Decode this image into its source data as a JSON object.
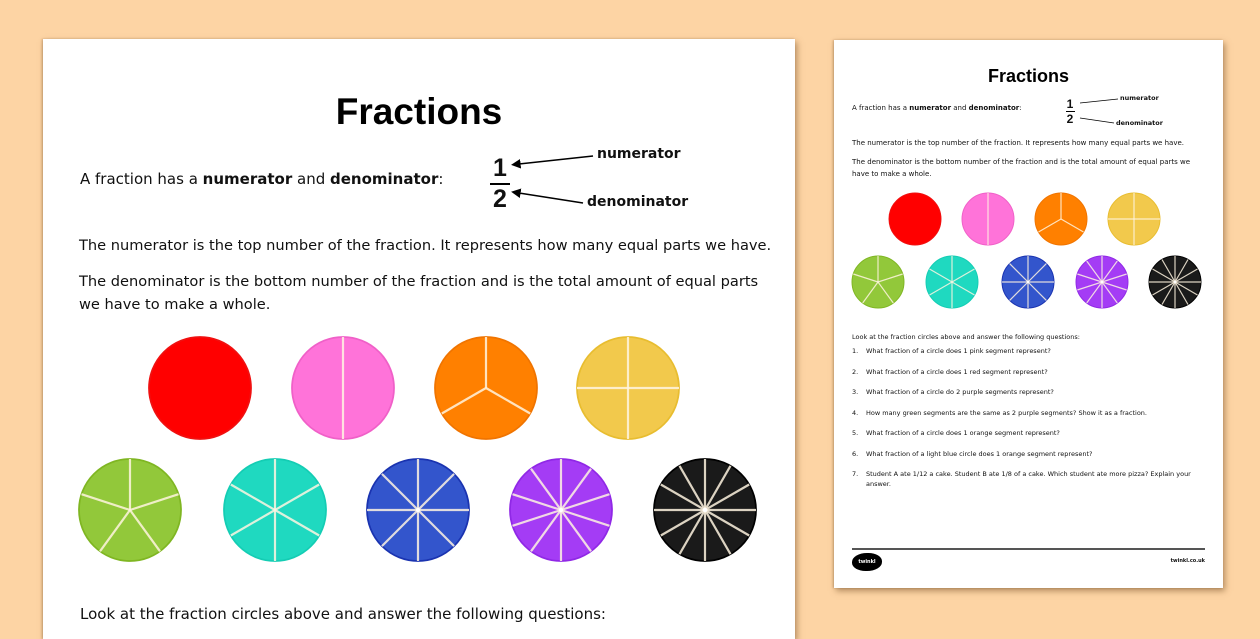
{
  "background_color": "#FDD4A4",
  "worksheet": {
    "title": "Fractions",
    "intro": {
      "prefix": "A fraction has a ",
      "term1": "numerator",
      "middle": " and ",
      "term2": "denominator",
      "suffix": ":"
    },
    "fraction_example": {
      "numerator": "1",
      "denominator": "2",
      "numerator_label": "numerator",
      "denominator_label": "denominator"
    },
    "numerator_definition": "The numerator is the top number of the fraction. It represents how many equal parts we have.",
    "denominator_definition": "The denominator is the bottom number of the fraction and is the total amount of equal parts we have to make a whole.",
    "circles": [
      {
        "color": "#FF0000",
        "border": "#F01010",
        "segments": 1,
        "name": "red"
      },
      {
        "color": "#FF73D9",
        "border": "#F060C8",
        "segments": 2,
        "name": "pink"
      },
      {
        "color": "#FF8000",
        "border": "#F07400",
        "segments": 3,
        "name": "orange"
      },
      {
        "color": "#F2C94C",
        "border": "#E8BD30",
        "segments": 4,
        "name": "yellow"
      },
      {
        "color": "#92C83A",
        "border": "#7FB622",
        "segments": 5,
        "name": "green"
      },
      {
        "color": "#1FD9C0",
        "border": "#14CDB4",
        "segments": 6,
        "name": "light-blue"
      },
      {
        "color": "#3355CC",
        "border": "#1A33B0",
        "segments": 8,
        "name": "blue"
      },
      {
        "color": "#A43CF5",
        "border": "#9028E6",
        "segments": 10,
        "name": "purple"
      },
      {
        "color": "#1A1A1A",
        "border": "#000000",
        "segments": 12,
        "name": "black"
      }
    ],
    "questions_heading": "Look at the fraction circles above and answer the following questions:",
    "questions": [
      {
        "n": "1.",
        "text": "What fraction of a circle does 1 pink segment represent?"
      },
      {
        "n": "2.",
        "text": "What fraction of a circle does 1 red segment represent?"
      },
      {
        "n": "3.",
        "text": "What fraction of a circle do 2 purple segments represent?"
      },
      {
        "n": "4.",
        "text": "How many green segments are the same as 2 purple segments? Show it as a fraction."
      },
      {
        "n": "5.",
        "text": "What fraction of a circle does 1 orange segment represent?"
      },
      {
        "n": "6.",
        "text": "What fraction of a light blue circle does 1 orange segment represent?"
      },
      {
        "n": "7.",
        "text": "Student A ate 1/12 a cake. Student B ate 1/8 of a cake. Which student ate more pizza? Explain your answer."
      }
    ],
    "footer": {
      "logo_text": "twinkl",
      "url": "twinkl.co.uk"
    }
  }
}
